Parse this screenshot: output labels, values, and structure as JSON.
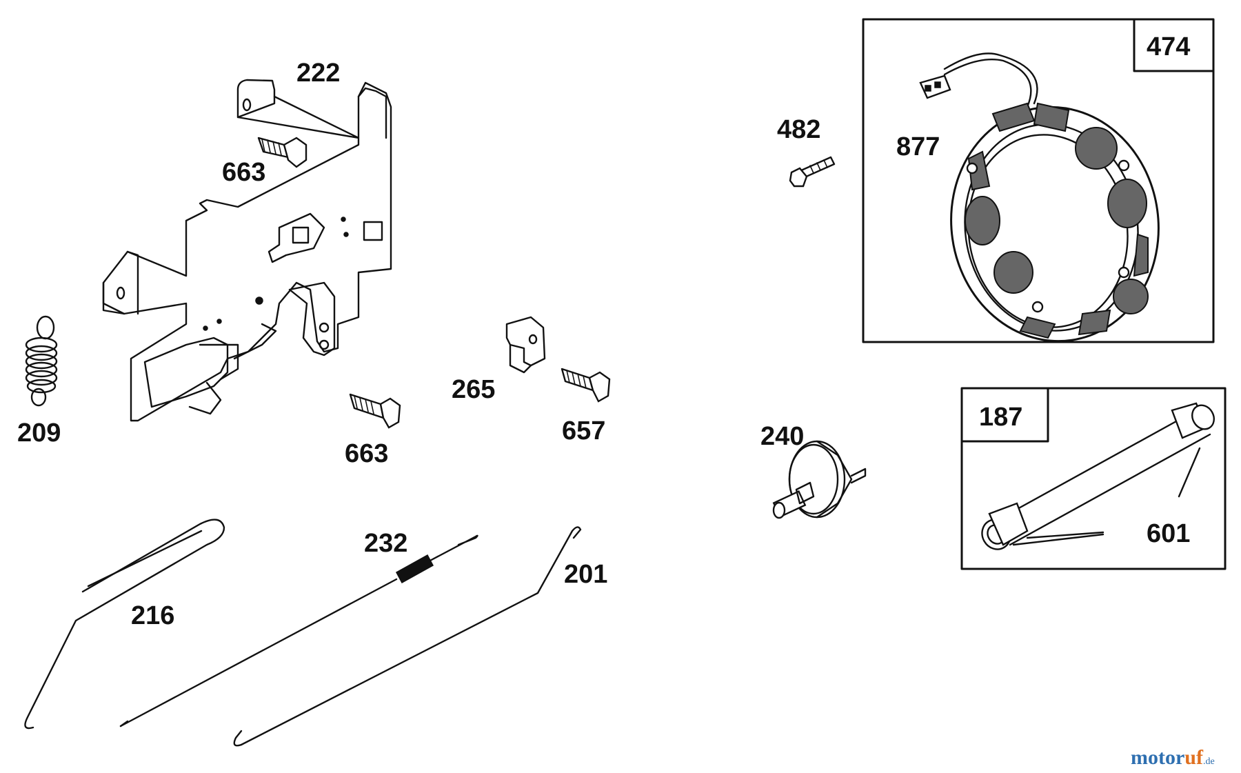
{
  "labels": {
    "p222": "222",
    "p663a": "663",
    "p209": "209",
    "p663b": "663",
    "p265": "265",
    "p657": "657",
    "p232": "232",
    "p201": "201",
    "p216": "216",
    "p482": "482",
    "p877": "877",
    "p474": "474",
    "p240": "240",
    "p187": "187",
    "p601": "601"
  },
  "watermark": {
    "part1": "motor",
    "part2": "uf",
    "suffix": ".de"
  }
}
